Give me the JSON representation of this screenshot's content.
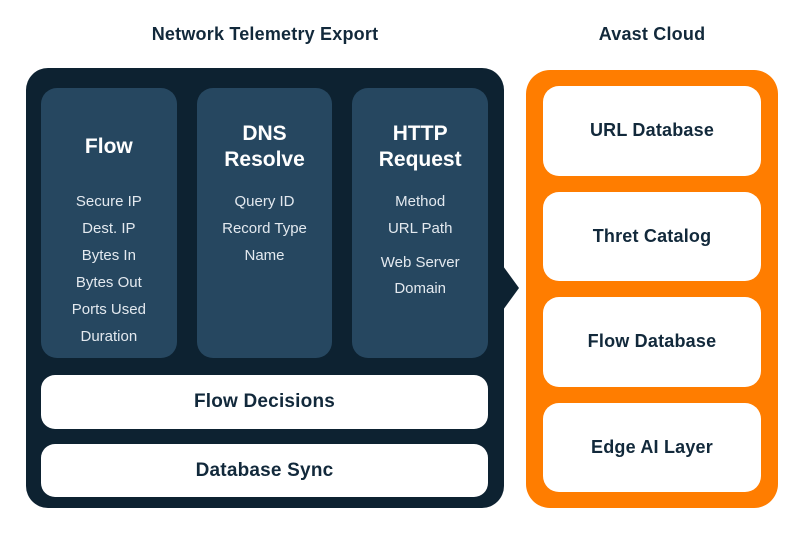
{
  "colors": {
    "background": "#ffffff",
    "panel_dark": "#0d2231",
    "column_slate": "#264760",
    "orange": "#ff7d00",
    "heading_text": "#12293b",
    "column_header_text": "#ffffff",
    "column_item_text": "#e3e9ef"
  },
  "left_panel": {
    "title": "Network Telemetry Export",
    "columns": [
      {
        "header": "Flow",
        "items": [
          "Secure IP",
          "Dest. IP",
          "Bytes In",
          "Bytes Out",
          "Ports Used",
          "Duration"
        ]
      },
      {
        "header": "DNS Resolve",
        "items": [
          "Query ID",
          "Record Type",
          "Name"
        ]
      },
      {
        "header": "HTTP Request",
        "items": [
          "Method",
          "URL Path",
          "Web Server Domain"
        ]
      }
    ],
    "bars": [
      "Flow Decisions",
      "Database Sync"
    ]
  },
  "right_panel": {
    "title": "Avast Cloud",
    "cards": [
      "URL Database",
      "Thret Catalog",
      "Flow Database",
      "Edge AI Layer"
    ]
  }
}
